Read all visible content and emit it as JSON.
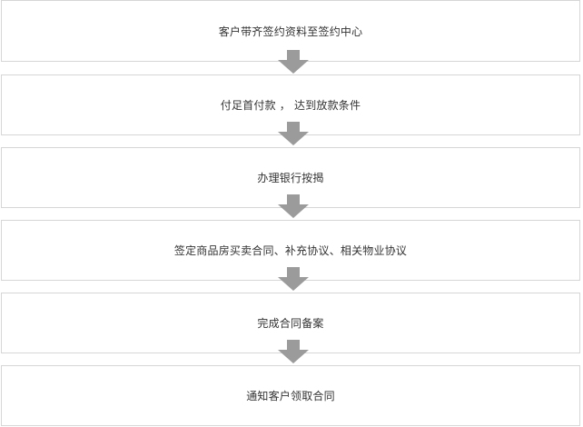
{
  "flow": {
    "steps": [
      {
        "label": "客户带齐签约资料至签约中心"
      },
      {
        "label": "付足首付款 ， 达到放款条件"
      },
      {
        "label": "办理银行按揭"
      },
      {
        "label": "签定商品房买卖合同、补充协议、相关物业协议"
      },
      {
        "label": "完成合同备案"
      },
      {
        "label": "通知客户领取合同"
      }
    ],
    "arrow_icon": "down-arrow-icon",
    "colors": {
      "box_border": "#d6d6d6",
      "arrow_fill": "#9b9b9b",
      "text": "#333333"
    }
  }
}
